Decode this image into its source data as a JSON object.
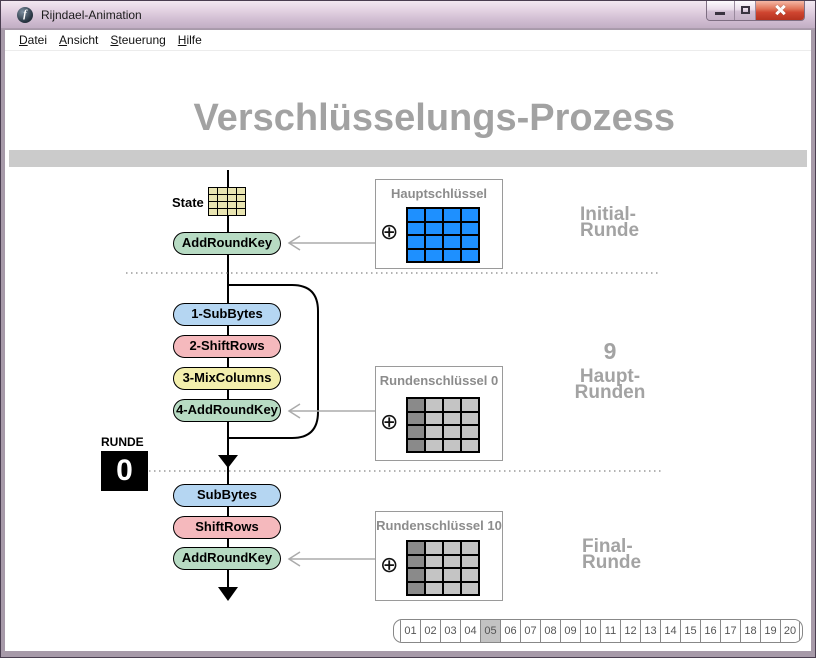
{
  "window": {
    "title": "Rijndael-Animation",
    "icon_glyph": "f"
  },
  "menu": {
    "items": [
      {
        "accel": "D",
        "rest": "atei"
      },
      {
        "accel": "A",
        "rest": "nsicht"
      },
      {
        "accel": "S",
        "rest": "teuerung"
      },
      {
        "accel": "H",
        "rest": "ilfe"
      }
    ]
  },
  "header": {
    "title": "Verschlüsselungs-Prozess"
  },
  "diagram": {
    "state_label": "State",
    "xor": "⊕",
    "initial": {
      "step": "AddRoundKey",
      "key_title": "Hauptschlüssel",
      "label_line1": "Initial-",
      "label_line2": "Runde"
    },
    "main": {
      "step1": "1-SubBytes",
      "step2": "2-ShiftRows",
      "step3": "3-MixColumns",
      "step4": "4-AddRoundKey",
      "key_title": "Rundenschlüssel 0",
      "label_line1": "9",
      "label_line2": "Haupt-",
      "label_line3": "Runden"
    },
    "final": {
      "step1": "SubBytes",
      "step2": "ShiftRows",
      "step3": "AddRoundKey",
      "key_title": "Rundenschlüssel 10",
      "label_line1": "Final-",
      "label_line2": "Runde"
    },
    "round_counter": {
      "label": "RUNDE",
      "value": "0"
    }
  },
  "pagination": {
    "items": [
      "01",
      "02",
      "03",
      "04",
      "05",
      "06",
      "07",
      "08",
      "09",
      "10",
      "11",
      "12",
      "13",
      "14",
      "15",
      "16",
      "17",
      "18",
      "19",
      "20"
    ],
    "active": "05"
  },
  "colors": {
    "pill_blue": "#b5d6f2",
    "pill_pink": "#f5b9bd",
    "pill_yellow": "#f3efad",
    "pill_green": "#b7dbc3",
    "key_blue": "#1e90ff",
    "key_gray_light": "#c4c4c4",
    "key_gray_dark": "#8a8a8a",
    "state_cell": "#e9e5b1",
    "header_bar": "#cbcbcb",
    "close_button": "#cf4530"
  }
}
